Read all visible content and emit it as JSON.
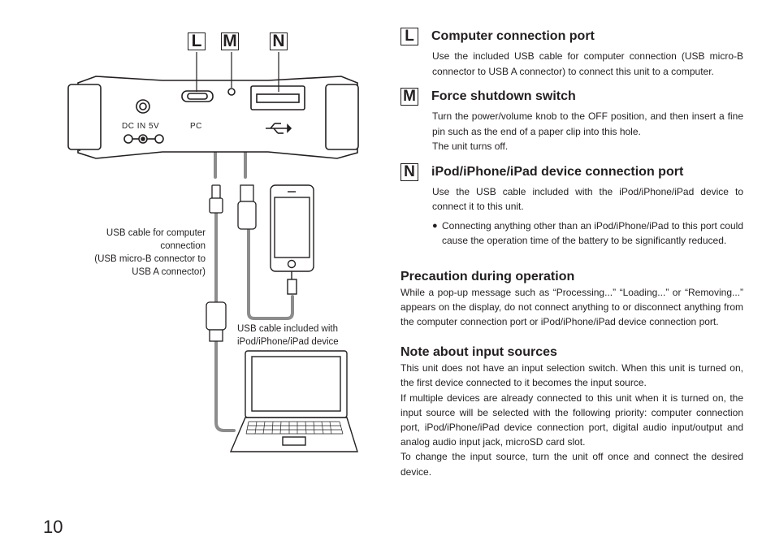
{
  "diagram": {
    "labels": {
      "l": "L",
      "m": "M",
      "n": "N"
    },
    "device": {
      "dc_in": "DC IN 5V",
      "pc": "PC"
    },
    "cable_pc_caption": [
      "USB cable for computer",
      "connection",
      "(USB micro-B connector to",
      "USB A connector)"
    ],
    "cable_ipod_caption": [
      "USB cable included with",
      "iPod/iPhone/iPad device"
    ]
  },
  "sections": [
    {
      "letter": "L",
      "title": "Computer connection port",
      "paragraphs": [
        "Use the included USB cable for computer connection (USB micro-B connector to USB A connector) to connect this unit to a computer."
      ]
    },
    {
      "letter": "M",
      "title": "Force shutdown switch",
      "paragraphs": [
        "Turn the power/volume knob to the OFF position, and then insert a fine pin such as the end of a paper clip into this hole.",
        "The unit turns off."
      ]
    },
    {
      "letter": "N",
      "title": "iPod/iPhone/iPad device connection port",
      "paragraphs": [
        "Use the USB cable included with the iPod/iPhone/iPad device to connect it to this unit."
      ],
      "bullet": "Connecting anything other than an iPod/iPhone/iPad to this port could cause the operation time of the battery to be significantly reduced."
    }
  ],
  "precaution": {
    "title": "Precaution during operation",
    "body": "While a pop-up message such as “Processing...” “Loading...” or “Removing...” appears on the display, do not connect anything to or disconnect anything from the computer connection port or iPod/iPhone/iPad device connection port."
  },
  "input_sources": {
    "title": "Note about input sources",
    "paragraphs": [
      "This unit does not have an input selection switch. When this unit is turned on, the first device connected to it becomes the input source.",
      "If multiple devices are already connected to this unit when it is turned on, the input source will be selected with the following priority: computer connection port, iPod/iPhone/iPad device connection port, digital audio input/output and analog audio input jack, microSD card slot.",
      "To change the input source, turn the unit off once and connect the desired device."
    ]
  },
  "page_number": "10"
}
